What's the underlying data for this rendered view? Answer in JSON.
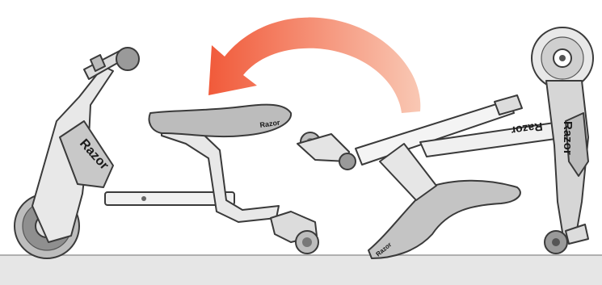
{
  "scene": {
    "colors": {
      "ground": "#e6e6e6",
      "frame_light": "#f2f2f2",
      "frame_mid": "#cfcfcf",
      "frame_dark": "#9a9a9a",
      "outline": "#3a3a3a",
      "arrow_start": "#f15a3a",
      "arrow_end": "#f9c8b4"
    },
    "brand_text": "Razor",
    "brand_text_flipped": "Razor",
    "brand_text_seat_small": "Razor",
    "brand_text_seat_right": "Razor",
    "arrow": {
      "icon": "rotate-counterclockwise-arrow"
    },
    "left_vehicle": {
      "icon": "scooter-seat-mode"
    },
    "right_vehicle": {
      "icon": "scooter-folding"
    }
  }
}
